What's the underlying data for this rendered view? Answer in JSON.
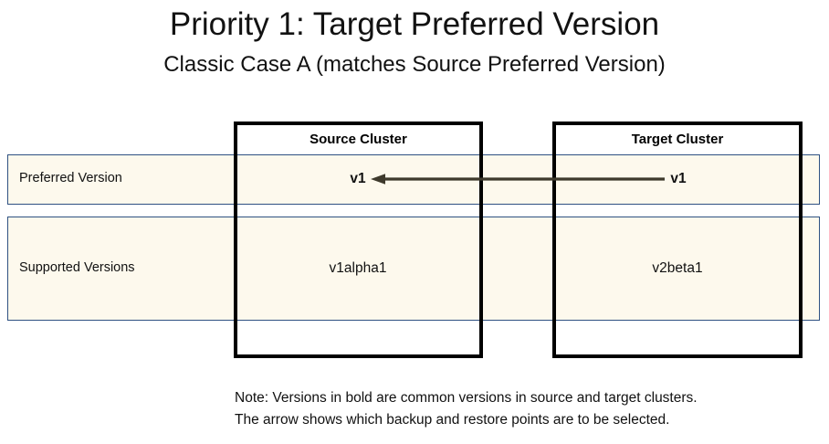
{
  "title": "Priority 1: Target Preferred Version",
  "subtitle": "Classic Case A (matches Source Preferred Version)",
  "colors": {
    "row_fill": "#FDF9ED",
    "row_border": "#2E5182",
    "box_border": "#000000",
    "arrow": "#3E3A2C",
    "text": "#111111"
  },
  "clusters": [
    {
      "name": "source",
      "header": "Source Cluster"
    },
    {
      "name": "target",
      "header": "Target Cluster"
    }
  ],
  "rows": [
    {
      "name": "preferred",
      "label": "Preferred Version",
      "source_value": "v1",
      "target_value": "v1",
      "bold": true
    },
    {
      "name": "supported",
      "label": "Supported Versions",
      "source_value": "v1alpha1",
      "target_value": "v2beta1",
      "bold": false
    }
  ],
  "arrow": {
    "direction": "left",
    "from": "target-preferred-version",
    "to": "source-preferred-version"
  },
  "note": {
    "line1": "Note: Versions in bold are common versions in source and target clusters.",
    "line2": "The arrow shows which backup and restore points are to be selected."
  }
}
